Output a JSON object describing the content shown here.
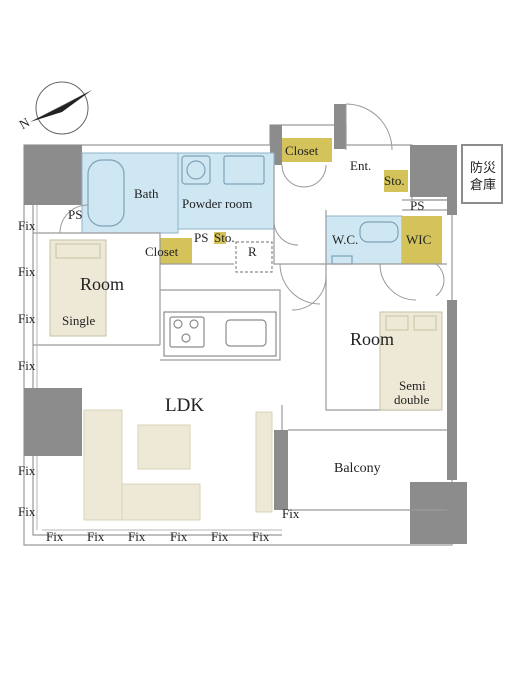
{
  "compass": {
    "label": "N",
    "icon": "compass-north-arrow-icon"
  },
  "colors": {
    "wall": "#8c8c8c",
    "wet_area": "#cfe6f3",
    "storage": "#d3c35a",
    "furniture": "#ede9d6",
    "line": "#9a9a9a"
  },
  "rooms": {
    "ldk": "LDK",
    "room_left": "Room",
    "room_right": "Room",
    "balcony": "Balcony",
    "bath": "Bath",
    "powder_room": "Powder room",
    "wc": "W.C.",
    "wic": "WIC",
    "closet_top": "Closet",
    "closet_mid": "Closet",
    "entrance": "Ent.",
    "sto_entrance": "Sto.",
    "sto_mid": "Sto.",
    "ps_left": "PS",
    "ps_mid": "PS",
    "ps_right": "PS",
    "refrigerator": "R",
    "disaster_store_line1": "防災",
    "disaster_store_line2": "倉庫"
  },
  "beds": {
    "single": "Single",
    "semi_line1": "Semi",
    "semi_line2": "double"
  },
  "fix_left": [
    "Fix",
    "Fix",
    "Fix",
    "Fix",
    "Fix",
    "Fix"
  ],
  "fix_bottom": [
    "Fix",
    "Fix",
    "Fix",
    "Fix",
    "Fix",
    "Fix"
  ],
  "fix_balcony": "Fix"
}
